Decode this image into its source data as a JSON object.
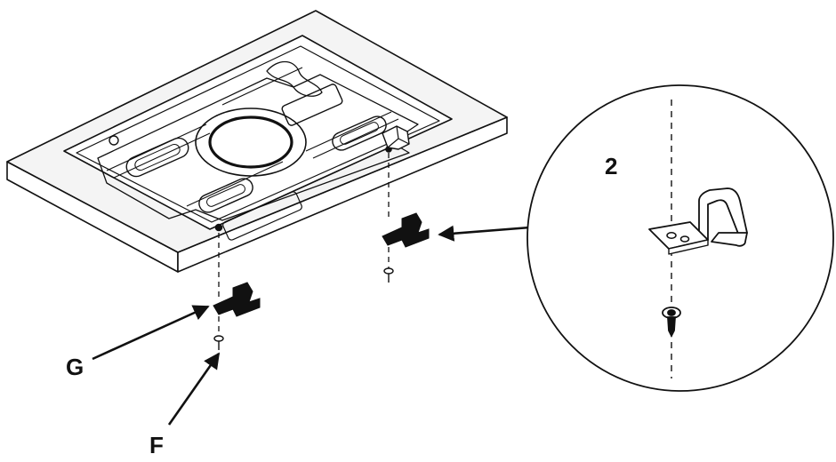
{
  "labels": {
    "bracket": "G",
    "screw": "F",
    "detail_hole": "2"
  },
  "colors": {
    "ink": "#111111",
    "paper": "#ffffff",
    "tray_face": "#f4f4f4",
    "bracket_fill": "#111111"
  },
  "parts": [
    {
      "name": "ceiling-tray",
      "icon": "tray-plate-icon"
    },
    {
      "name": "mounting-clip",
      "icon": "clip-bracket-icon"
    },
    {
      "name": "screw",
      "icon": "screw-icon"
    }
  ]
}
